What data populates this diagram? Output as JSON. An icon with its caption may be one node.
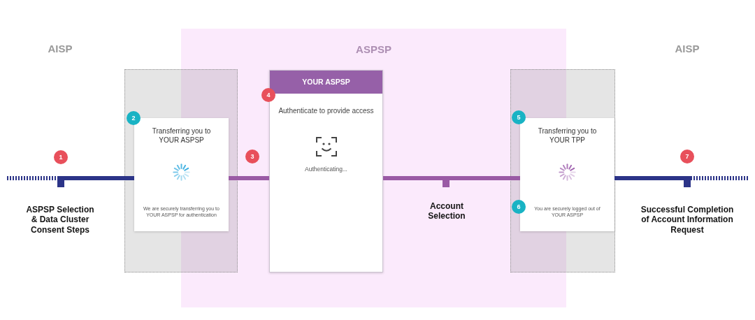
{
  "diagram": {
    "nodes": [
      {
        "text": [
          "1"
        ]
      },
      {
        "text": [],
        "shape": "box",
        "beside": [
          "ASPSP Selection & Data Cluster Consent Steps"
        ]
      },
      {
        "text": [],
        "shape": "box"
      },
      {
        "text": [
          "Transferring you to YOUR ASPSP",
          "We are securely transferring you to YOUR ASPSP for authentication"
        ],
        "in": 2
      },
      {
        "text": [
          "2"
        ],
        "in": 2
      },
      {
        "text": [
          "ASPSP"
        ]
      },
      {
        "text": [
          "3"
        ],
        "in": 5
      },
      {
        "text": [
          "YOUR ASPSP",
          "Authenticate to provide access",
          "Authenticating..."
        ],
        "in": 5
      },
      {
        "text": [
          "4"
        ],
        "in": 5
      },
      {
        "text": [],
        "shape": "box",
        "beside": [
          "Account Selection"
        ],
        "in": 5
      },
      {
        "text": [],
        "shape": "box"
      },
      {
        "text": [
          "Transferring you to YOUR TPP",
          "You are securely logged out of YOUR ASPSP"
        ],
        "in": 10
      },
      {
        "text": [
          "5"
        ]
      },
      {
        "text": [
          "6"
        ]
      },
      {
        "text": [
          "7"
        ]
      },
      {
        "text": [],
        "shape": "box",
        "beside": [
          "Successful Completion of Account Information Request"
        ]
      }
    ],
    "edges": [
      {
        "from": null,
        "to": 1,
        "arrow": "none",
        "style": "dashed"
      },
      {
        "from": 1,
        "to": 3,
        "arrow": "none"
      },
      {
        "from": 3,
        "to": 7,
        "arrow": "none",
        "color": "#9a5aa5"
      },
      {
        "from": 7,
        "to": 9,
        "arrow": "none",
        "color": "#9a5aa5"
      },
      {
        "from": 9,
        "to": 11,
        "arrow": "none",
        "color": "#9a5aa5"
      },
      {
        "from": 11,
        "to": 15,
        "arrow": "none"
      },
      {
        "from": 15,
        "to": null,
        "arrow": "none",
        "style": "dashed"
      }
    ],
    "labels": [
      "AISP",
      "AISP"
    ]
  }
}
